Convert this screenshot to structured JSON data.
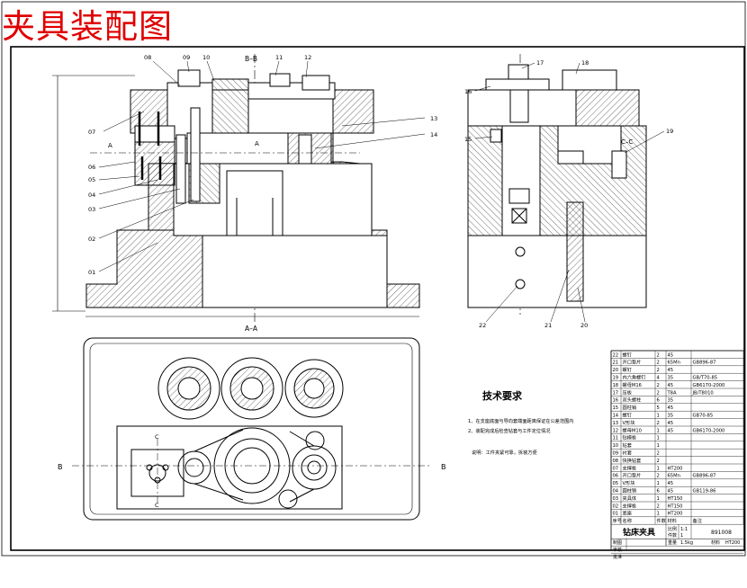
{
  "drawing": {
    "title": "夹具装配图",
    "sections": {
      "bb": "B–B",
      "aa": "A–A",
      "cc": "C–C",
      "a_mark": "A",
      "b_mark": "B",
      "c_mark": "C"
    },
    "callouts_main": [
      "08",
      "09",
      "10",
      "11",
      "12",
      "13",
      "14",
      "07",
      "06",
      "05",
      "04",
      "03",
      "02",
      "01"
    ],
    "callouts_side": [
      "17",
      "18",
      "16",
      "15",
      "19",
      "22",
      "21",
      "20"
    ],
    "tech": {
      "heading": "技术要求",
      "line1": "1、在支座底面与导向套端面距离保证在公差范围内",
      "line2": "2、装配完成后检查钻套与工件定位情况",
      "note": "说明：工件夹紧可靠，拆装方便"
    },
    "bom": {
      "rows": [
        {
          "no": "22",
          "name": "螺钉",
          "qty": "2",
          "mat": "45",
          "std": ""
        },
        {
          "no": "21",
          "name": "开口垫片",
          "qty": "2",
          "mat": "65Mn",
          "std": "GB896-87"
        },
        {
          "no": "20",
          "name": "螺钉",
          "qty": "2",
          "mat": "45",
          "std": ""
        },
        {
          "no": "19",
          "name": "内六角螺钉",
          "qty": "4",
          "mat": "35",
          "std": "GB/T70-85"
        },
        {
          "no": "18",
          "name": "螺母M16",
          "qty": "2",
          "mat": "45",
          "std": "GB6170-2000"
        },
        {
          "no": "17",
          "name": "压板",
          "qty": "2",
          "mat": "T8A",
          "std": "JB/T8010"
        },
        {
          "no": "16",
          "name": "双头螺柱",
          "qty": "6",
          "mat": "35",
          "std": ""
        },
        {
          "no": "15",
          "name": "圆柱销",
          "qty": "5",
          "mat": "45",
          "std": ""
        },
        {
          "no": "14",
          "name": "螺钉",
          "qty": "1",
          "mat": "35",
          "std": "GB70-85"
        },
        {
          "no": "13",
          "name": "V形块",
          "qty": "2",
          "mat": "45",
          "std": ""
        },
        {
          "no": "12",
          "name": "螺母M10",
          "qty": "1",
          "mat": "45",
          "std": "GB6170-2000"
        },
        {
          "no": "11",
          "name": "钻模板",
          "qty": "1",
          "mat": "",
          "std": ""
        },
        {
          "no": "10",
          "name": "钻套",
          "qty": "1",
          "mat": "",
          "std": ""
        },
        {
          "no": "09",
          "name": "衬套",
          "qty": "2",
          "mat": "",
          "std": ""
        },
        {
          "no": "08",
          "name": "快换钻套",
          "qty": "2",
          "mat": "",
          "std": ""
        },
        {
          "no": "07",
          "name": "支撑板",
          "qty": "1",
          "mat": "HT200",
          "std": ""
        },
        {
          "no": "06",
          "name": "开口垫片",
          "qty": "2",
          "mat": "65Mn",
          "std": "GB896-87"
        },
        {
          "no": "05",
          "name": "V形块",
          "qty": "1",
          "mat": "45",
          "std": ""
        },
        {
          "no": "04",
          "name": "圆柱销",
          "qty": "6",
          "mat": "45",
          "std": "GB119-86"
        },
        {
          "no": "03",
          "name": "夹具体",
          "qty": "1",
          "mat": "HT150",
          "std": ""
        },
        {
          "no": "02",
          "name": "支撑板",
          "qty": "2",
          "mat": "HT150",
          "std": ""
        },
        {
          "no": "01",
          "name": "底座",
          "qty": "1",
          "mat": "HT200",
          "std": ""
        }
      ],
      "header": {
        "no": "序号",
        "name": "名称",
        "qty": "件数",
        "mat": "材料",
        "std": "备注"
      },
      "titleblock": {
        "name": "钻床夹具",
        "scale_label": "比例",
        "scale": "1:1",
        "qty_label": "件数",
        "qty": "1",
        "drawing_no": "891008",
        "weight_label": "重量",
        "weight": "1.5kg",
        "material_label": "材料",
        "material": "HT200",
        "designer": "制图",
        "checker": "审核",
        "approver": "批准"
      }
    }
  }
}
